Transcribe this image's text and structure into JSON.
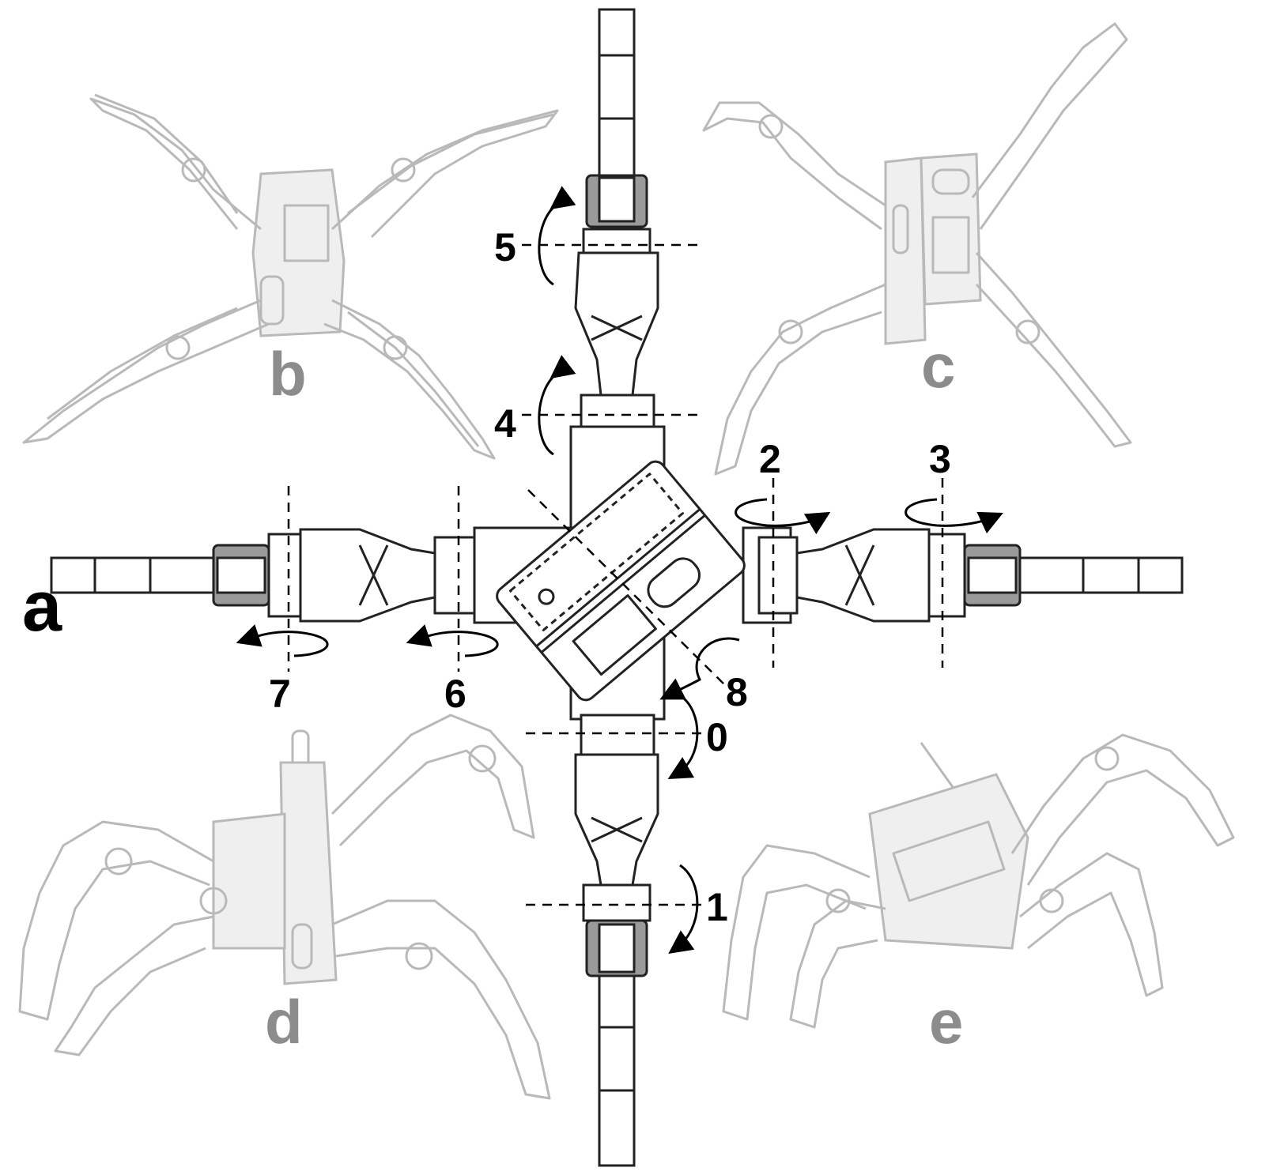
{
  "panels": {
    "a": "a",
    "b": "b",
    "c": "c",
    "d": "d",
    "e": "e"
  },
  "axes": {
    "j0": "0",
    "j1": "1",
    "j2": "2",
    "j3": "3",
    "j4": "4",
    "j5": "5",
    "j6": "6",
    "j7": "7",
    "j8": "8"
  },
  "colors": {
    "main_ink": "#222222",
    "ghost_ink": "#b9b9b9",
    "label_gray": "#8c8c8c",
    "servo_gray": "#9a9a9a"
  }
}
